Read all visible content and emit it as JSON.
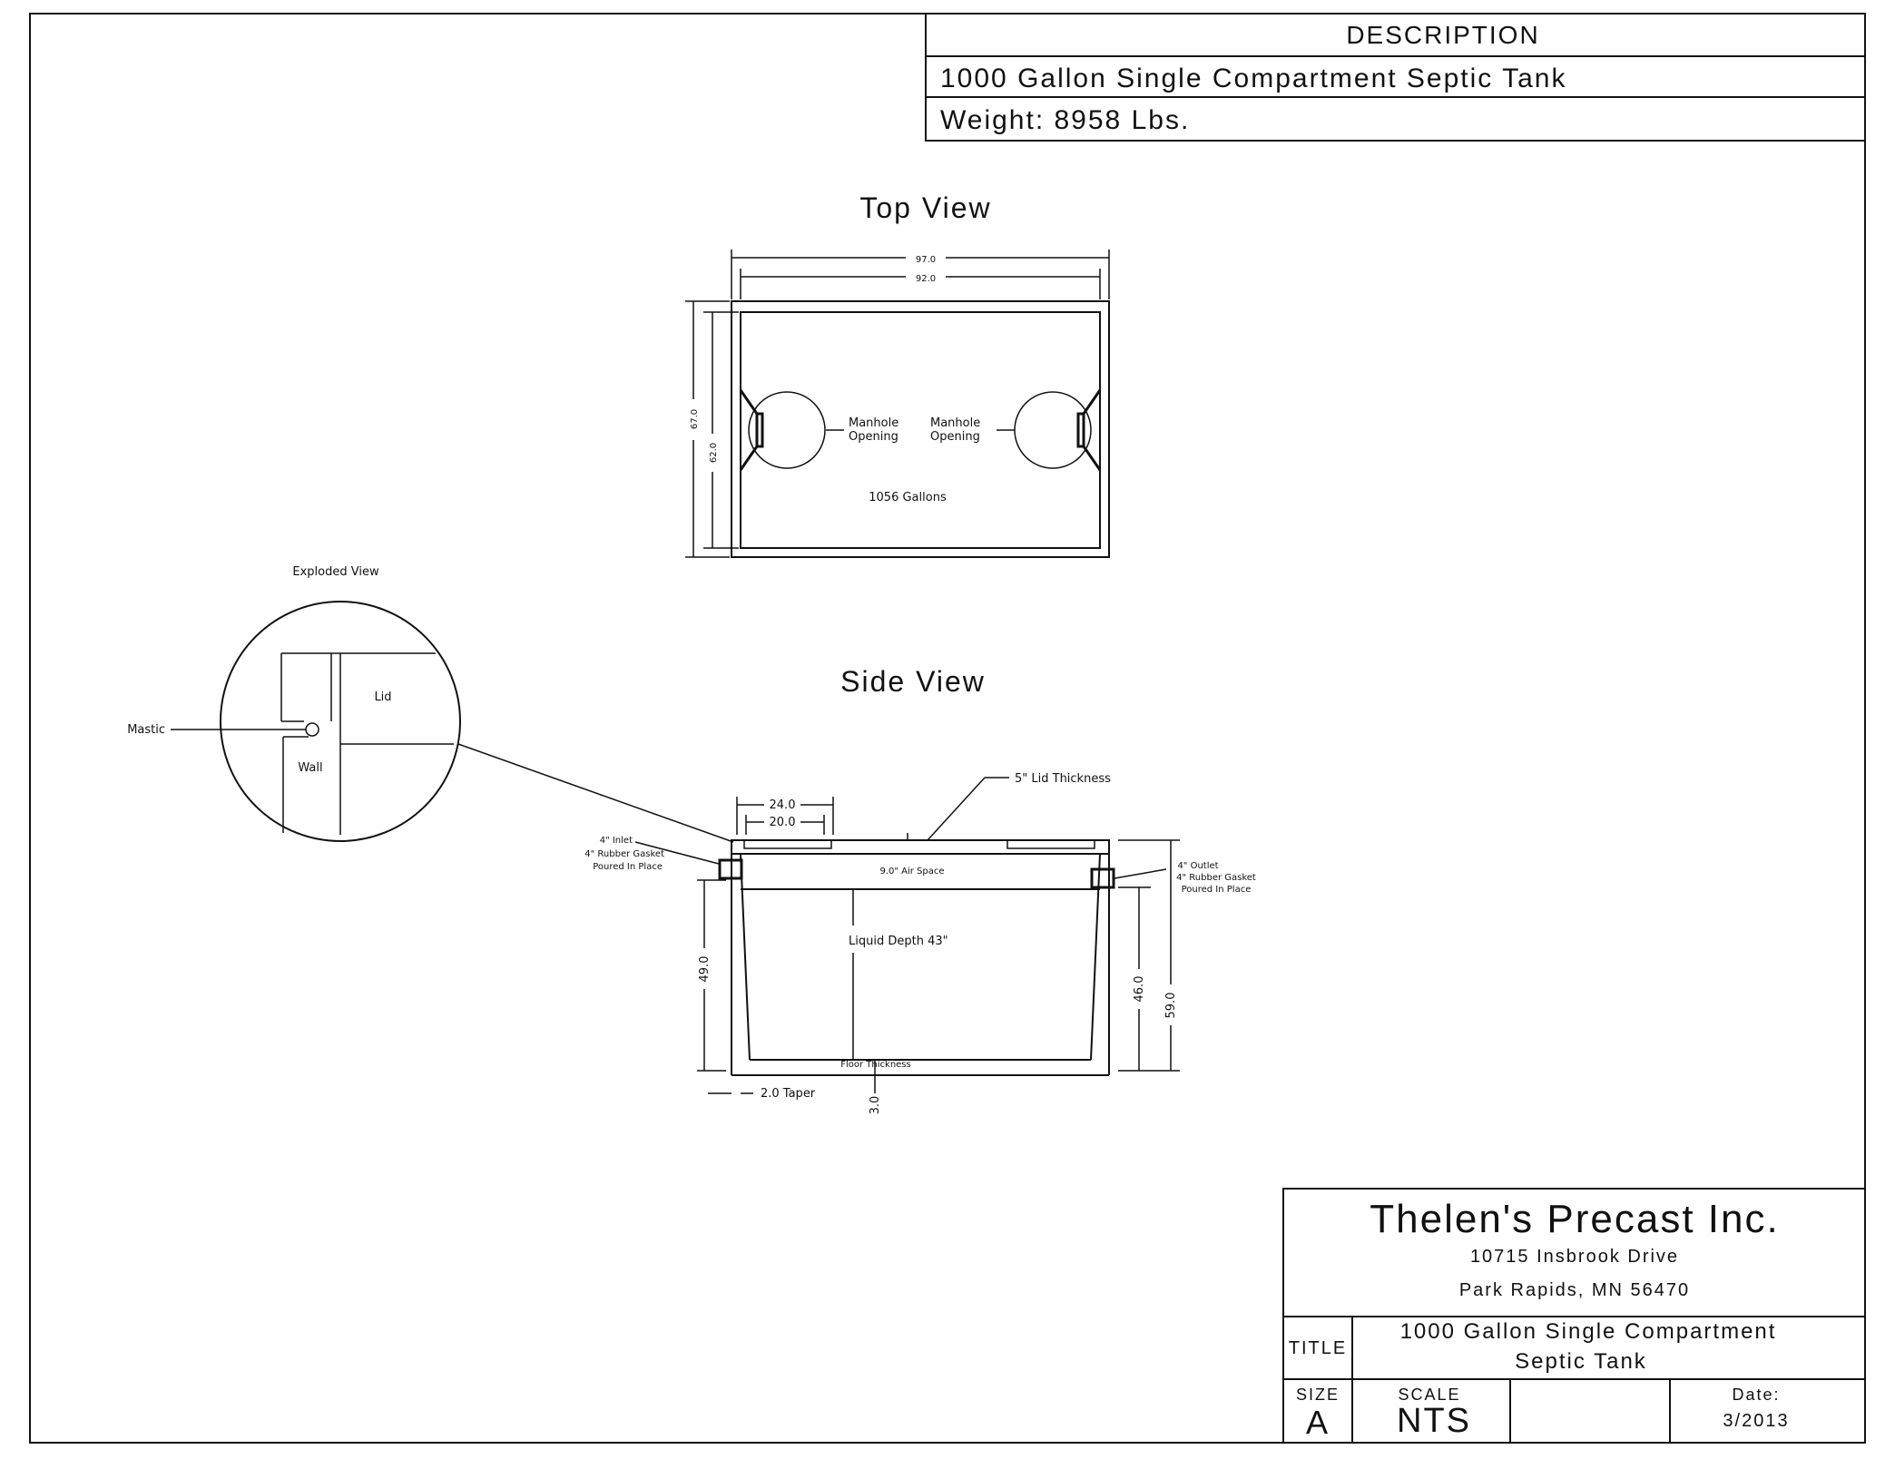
{
  "description_block": {
    "header": "DESCRIPTION",
    "line1": "1000 Gallon Single Compartment Septic Tank",
    "line2": "Weight: 8958 Lbs."
  },
  "top_view": {
    "title": "Top View",
    "dim_outer_width": "97.0",
    "dim_inner_width": "92.0",
    "dim_outer_height": "67.0",
    "dim_inner_height": "62.0",
    "manhole_left_label_1": "Manhole",
    "manhole_left_label_2": "Opening",
    "manhole_right_label_1": "Manhole",
    "manhole_right_label_2": "Opening",
    "capacity": "1056 Gallons"
  },
  "exploded_view": {
    "title": "Exploded View",
    "lid": "Lid",
    "wall": "Wall",
    "mastic": "Mastic"
  },
  "side_view": {
    "title": "Side View",
    "lid_thickness": "5\" Lid Thickness",
    "dim_24": "24.0",
    "dim_20": "20.0",
    "inlet_1": "4\" Inlet",
    "inlet_2": "4\" Rubber Gasket",
    "inlet_3": "Poured In Place",
    "outlet_1": "4\" Outlet",
    "outlet_2": "4\" Rubber Gasket",
    "outlet_3": "Poured In Place",
    "air_space": "9.0\" Air Space",
    "liquid_depth": "Liquid Depth 43\"",
    "floor_thickness": "Floor Thickness",
    "dim_49": "49.0",
    "dim_46": "46.0",
    "dim_59": "59.0",
    "taper": "2.0 Taper",
    "dim_3": "3.0"
  },
  "title_block": {
    "company": "Thelen's Precast Inc.",
    "address1": "10715 Insbrook Drive",
    "address2": "Park Rapids, MN 56470",
    "title_label": "TITLE",
    "title_line1": "1000 Gallon Single Compartment",
    "title_line2": "Septic Tank",
    "size_label": "SIZE",
    "size_value": "A",
    "scale_label": "SCALE",
    "scale_value": "NTS",
    "date_label": "Date:",
    "date_value": "3/2013"
  }
}
